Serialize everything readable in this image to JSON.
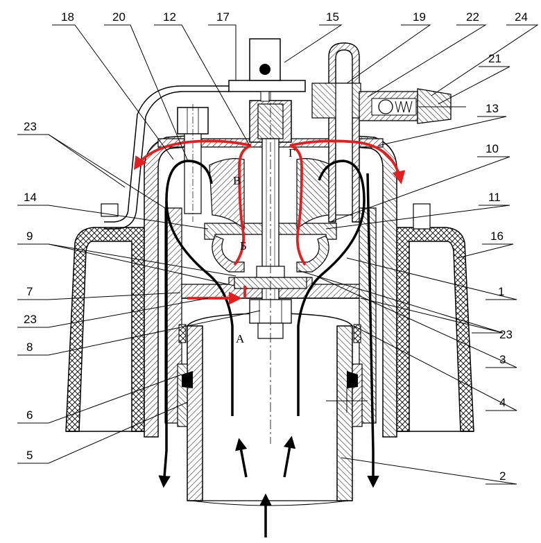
{
  "colors": {
    "ink": "#000000",
    "flow_red": "#e31e1e",
    "hatch": "#000000",
    "background": "#ffffff"
  },
  "callouts": [
    {
      "id": "c18",
      "label": "18"
    },
    {
      "id": "c20",
      "label": "20"
    },
    {
      "id": "c12",
      "label": "12"
    },
    {
      "id": "c17",
      "label": "17"
    },
    {
      "id": "c15",
      "label": "15"
    },
    {
      "id": "c19",
      "label": "19"
    },
    {
      "id": "c22",
      "label": "22"
    },
    {
      "id": "c24",
      "label": "24"
    },
    {
      "id": "c21",
      "label": "21"
    },
    {
      "id": "c13",
      "label": "13"
    },
    {
      "id": "c23a",
      "label": "23"
    },
    {
      "id": "c10",
      "label": "10"
    },
    {
      "id": "c14",
      "label": "14"
    },
    {
      "id": "c11",
      "label": "11"
    },
    {
      "id": "c9",
      "label": "9"
    },
    {
      "id": "c16",
      "label": "16"
    },
    {
      "id": "c7",
      "label": "7"
    },
    {
      "id": "c1",
      "label": "1"
    },
    {
      "id": "c23b",
      "label": "23"
    },
    {
      "id": "c23c",
      "label": "23"
    },
    {
      "id": "c8",
      "label": "8"
    },
    {
      "id": "c3",
      "label": "3"
    },
    {
      "id": "c6",
      "label": "6"
    },
    {
      "id": "c4",
      "label": "4"
    },
    {
      "id": "c5",
      "label": "5"
    },
    {
      "id": "c2",
      "label": "2"
    }
  ],
  "inner_labels": [
    {
      "id": "B",
      "label": "В"
    },
    {
      "id": "G",
      "label": "Г"
    },
    {
      "id": "Bb",
      "label": "Б"
    },
    {
      "id": "A",
      "label": "А"
    }
  ]
}
